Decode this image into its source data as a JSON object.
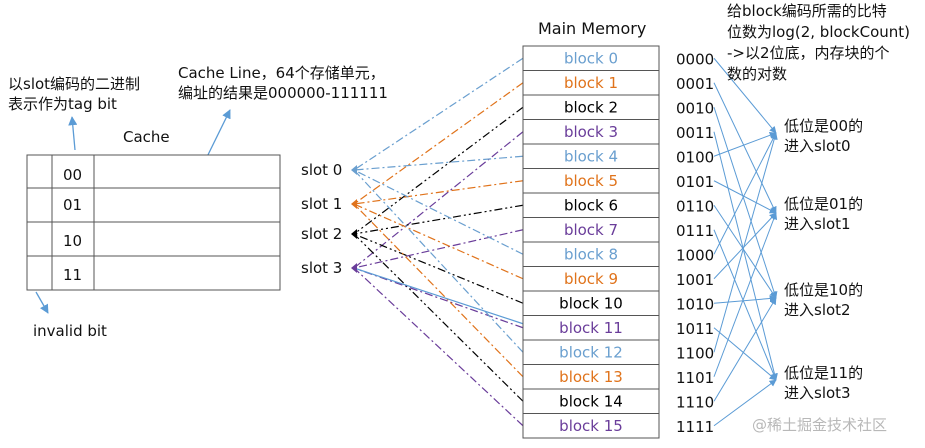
{
  "colors": {
    "blue": "#6a9fcf",
    "orange": "#e0731b",
    "black": "#000000",
    "purple": "#6a3d9a",
    "arrow": "#5b9bd5"
  },
  "top_left_note": [
    "以slot编码的二进制",
    "表示作为tag bit"
  ],
  "cache_line_note": [
    "Cache Line，64个存储单元，",
    "编址的结果是000000-111111"
  ],
  "cache_title": "Cache",
  "cache_rows": [
    "00",
    "01",
    "10",
    "11"
  ],
  "invalid_note": "invalid bit",
  "memory_title": "Main Memory",
  "slots": [
    "slot 0",
    "slot 1",
    "slot 2",
    "slot 3"
  ],
  "blocks": [
    {
      "label": "block 0",
      "color": "#6a9fcf"
    },
    {
      "label": "block 1",
      "color": "#e0731b"
    },
    {
      "label": "block 2",
      "color": "#000000"
    },
    {
      "label": "block 3",
      "color": "#6a3d9a"
    },
    {
      "label": "block 4",
      "color": "#6a9fcf"
    },
    {
      "label": "block 5",
      "color": "#e0731b"
    },
    {
      "label": "block 6",
      "color": "#000000"
    },
    {
      "label": "block 7",
      "color": "#6a3d9a"
    },
    {
      "label": "block 8",
      "color": "#6a9fcf"
    },
    {
      "label": "block 9",
      "color": "#e0731b"
    },
    {
      "label": "block 10",
      "color": "#000000"
    },
    {
      "label": "block 11",
      "color": "#6a3d9a"
    },
    {
      "label": "block 12",
      "color": "#6a9fcf"
    },
    {
      "label": "block 13",
      "color": "#e0731b"
    },
    {
      "label": "block 14",
      "color": "#000000"
    },
    {
      "label": "block 15",
      "color": "#6a3d9a"
    }
  ],
  "binary_codes": [
    "0000",
    "0001",
    "0010",
    "0011",
    "0100",
    "0101",
    "0110",
    "0111",
    "1000",
    "1001",
    "1010",
    "1011",
    "1100",
    "1101",
    "1110",
    "1111"
  ],
  "top_right_note": [
    "给block编码所需的比特",
    "位数为log(2, blockCount)",
    "->以2位底，内存块的个",
    "数的对数"
  ],
  "groups": [
    [
      "低位是00的",
      "进入slot0"
    ],
    [
      "低位是01的",
      "进入slot1"
    ],
    [
      "低位是10的",
      "进入slot2"
    ],
    [
      "低位是11的",
      "进入slot3"
    ]
  ],
  "watermark": "@稀土掘金技术社区"
}
